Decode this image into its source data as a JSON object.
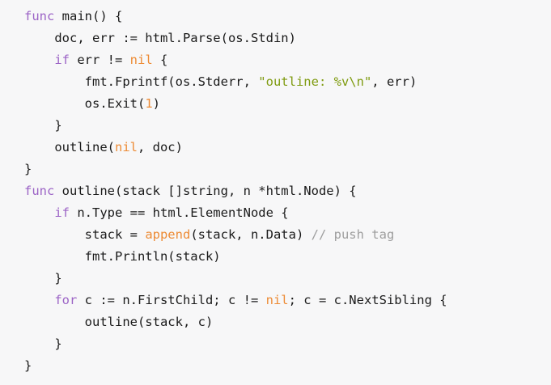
{
  "page": {
    "background": "#f7f7f8"
  },
  "code": {
    "language": "go",
    "palette": {
      "plain": "#1a1a1a",
      "keyword": "#9c64c6",
      "literal": "#ed8b35",
      "string": "#7f9b10",
      "comment": "#9e9e9e"
    },
    "lines": [
      {
        "tokens": [
          {
            "t": "func",
            "c": "keyword"
          },
          {
            "t": " main() {",
            "c": "plain"
          }
        ]
      },
      {
        "tokens": [
          {
            "t": "    doc, err := html.Parse(os.Stdin)",
            "c": "plain"
          }
        ]
      },
      {
        "tokens": [
          {
            "t": "    ",
            "c": "plain"
          },
          {
            "t": "if",
            "c": "keyword"
          },
          {
            "t": " err != ",
            "c": "plain"
          },
          {
            "t": "nil",
            "c": "literal"
          },
          {
            "t": " {",
            "c": "plain"
          }
        ]
      },
      {
        "tokens": [
          {
            "t": "        fmt.Fprintf(os.Stderr, ",
            "c": "plain"
          },
          {
            "t": "\"outline: %v\\n\"",
            "c": "string"
          },
          {
            "t": ", err)",
            "c": "plain"
          }
        ]
      },
      {
        "tokens": [
          {
            "t": "        os.Exit(",
            "c": "plain"
          },
          {
            "t": "1",
            "c": "literal"
          },
          {
            "t": ")",
            "c": "plain"
          }
        ]
      },
      {
        "tokens": [
          {
            "t": "    }",
            "c": "plain"
          }
        ]
      },
      {
        "tokens": [
          {
            "t": "    outline(",
            "c": "plain"
          },
          {
            "t": "nil",
            "c": "literal"
          },
          {
            "t": ", doc)",
            "c": "plain"
          }
        ]
      },
      {
        "tokens": [
          {
            "t": "}",
            "c": "plain"
          }
        ]
      },
      {
        "tokens": [
          {
            "t": "func",
            "c": "keyword"
          },
          {
            "t": " outline(stack []string, n *html.Node) {",
            "c": "plain"
          }
        ]
      },
      {
        "tokens": [
          {
            "t": "    ",
            "c": "plain"
          },
          {
            "t": "if",
            "c": "keyword"
          },
          {
            "t": " n.Type == html.ElementNode {",
            "c": "plain"
          }
        ]
      },
      {
        "tokens": [
          {
            "t": "        stack = ",
            "c": "plain"
          },
          {
            "t": "append",
            "c": "literal"
          },
          {
            "t": "(stack, n.Data) ",
            "c": "plain"
          },
          {
            "t": "// push tag",
            "c": "comment"
          }
        ]
      },
      {
        "tokens": [
          {
            "t": "        fmt.Println(stack)",
            "c": "plain"
          }
        ]
      },
      {
        "tokens": [
          {
            "t": "    }",
            "c": "plain"
          }
        ]
      },
      {
        "tokens": [
          {
            "t": "    ",
            "c": "plain"
          },
          {
            "t": "for",
            "c": "keyword"
          },
          {
            "t": " c := n.FirstChild; c != ",
            "c": "plain"
          },
          {
            "t": "nil",
            "c": "literal"
          },
          {
            "t": "; c = c.NextSibling {",
            "c": "plain"
          }
        ]
      },
      {
        "tokens": [
          {
            "t": "        outline(stack, c)",
            "c": "plain"
          }
        ]
      },
      {
        "tokens": [
          {
            "t": "    }",
            "c": "plain"
          }
        ]
      },
      {
        "tokens": [
          {
            "t": "}",
            "c": "plain"
          }
        ]
      }
    ]
  }
}
